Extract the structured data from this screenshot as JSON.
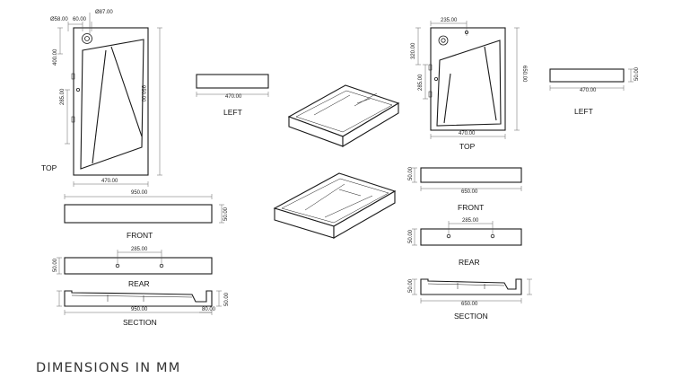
{
  "title": "DIMENSIONS IN MM",
  "large": {
    "top": {
      "label": "TOP",
      "drain_diameter": "Ø87.00",
      "tap_diameter": "Ø58.00",
      "tap_offset": "60.00",
      "drain_from_top": "400.00",
      "length": "950.00",
      "width": "470.00",
      "side_hole": "285.00"
    },
    "left": {
      "label": "LEFT",
      "width": "470.00"
    },
    "front": {
      "label": "FRONT",
      "length": "950.00",
      "height": "50.00"
    },
    "rear": {
      "label": "REAR",
      "hole_spacing": "285.00",
      "height": "50.00"
    },
    "section": {
      "label": "SECTION",
      "length": "950.00",
      "drain": "80.00",
      "height": "50.00"
    }
  },
  "small": {
    "top": {
      "label": "TOP",
      "tap_offset": "235.00",
      "drain_from_top": "320.00",
      "side_hole": "285.00",
      "length": "650.00",
      "width": "470.00"
    },
    "left": {
      "label": "LEFT",
      "width": "470.00",
      "height": "50.00"
    },
    "front": {
      "label": "FRONT",
      "length": "650.00",
      "height": "50.00"
    },
    "rear": {
      "label": "REAR",
      "hole_spacing": "285.00",
      "height": "50.00"
    },
    "section": {
      "label": "SECTION",
      "length": "650.00",
      "height": "50.00"
    }
  }
}
